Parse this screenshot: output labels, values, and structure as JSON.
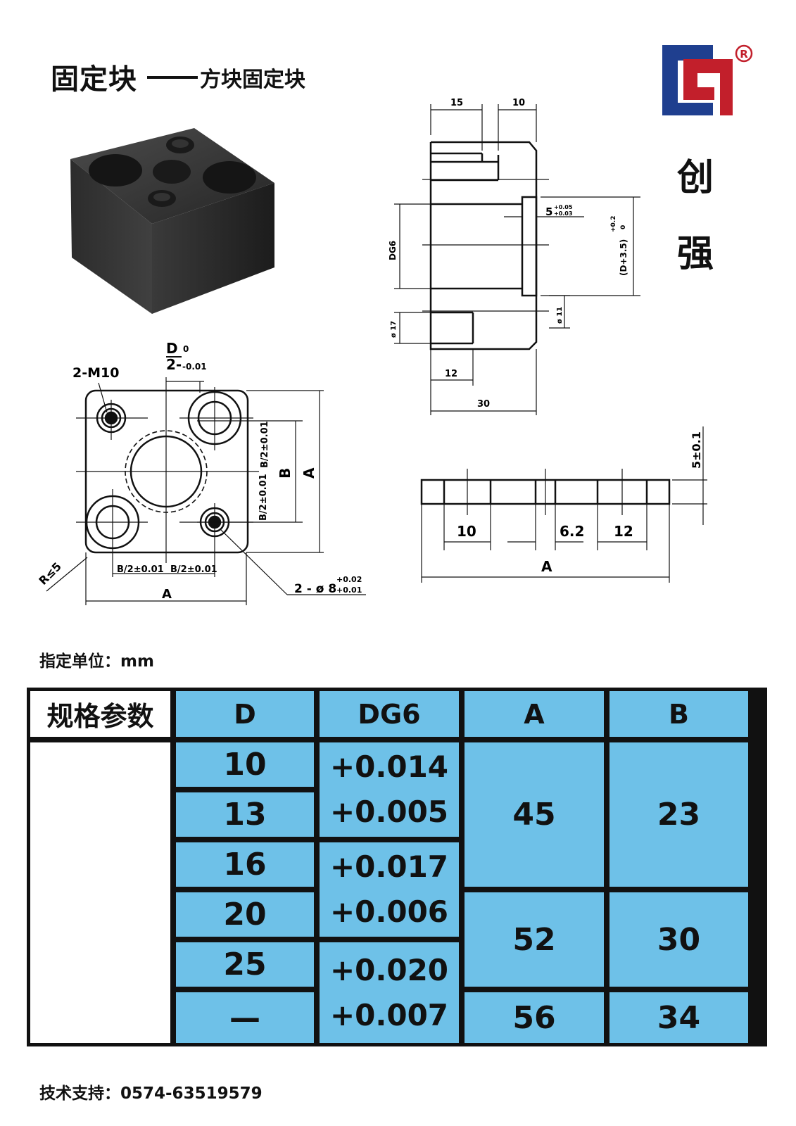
{
  "header": {
    "title": "固定块",
    "subtitle": "方块固定块"
  },
  "brand": {
    "logo_mark": "®",
    "name_char1": "创",
    "name_char2": "强",
    "logo_blue": "#1f3f8f",
    "logo_red": "#c21f2b"
  },
  "top_view_labels": {
    "d_over_2": "D",
    "d_upper": "0",
    "d_denominator": "2-",
    "d_lower": "-0.01",
    "m10": "2-M10",
    "b": "B",
    "a_right": "A",
    "b_half_upper": "B/2±0.01",
    "b_half_lower": "B/2±0.01",
    "b_half_bottom_left": "B/2±0.01",
    "b_half_bottom_right": "B/2±0.01",
    "a_bottom": "A",
    "radius": "R≤5",
    "pin": "2 - ø 8",
    "pin_tol_upper": "+0.02",
    "pin_tol_lower": "+0.01"
  },
  "side_view_labels": {
    "dim_15": "15",
    "dim_10": "10",
    "dim_5": "5",
    "dim_5_upper": "+0.05",
    "dim_5_lower": "+0.03",
    "dg6": "DG6",
    "d_plus": "(D+3.5)",
    "d_plus_upper": "+0.2",
    "d_plus_lower": "0",
    "dia_17": "ø 17",
    "dia_11": "ø 11",
    "dim_12": "12",
    "dim_30": "30"
  },
  "front_view_labels": {
    "dim_10": "10",
    "dim_6_2": "6.2",
    "dim_12": "12",
    "dim_a": "A",
    "dim_5": "5±0.1"
  },
  "unit_note": "指定单位：mm",
  "spec_table": {
    "label": "规格参数",
    "columns": [
      "D",
      "DG6",
      "A",
      "B"
    ],
    "d_values": [
      "10",
      "13",
      "16",
      "20",
      "25",
      "—"
    ],
    "dg6_tolerances": [
      [
        "+0.014",
        "+0.005"
      ],
      [
        "+0.017",
        "+0.006"
      ],
      [
        "+0.020",
        "+0.007"
      ]
    ],
    "a_values": [
      "45",
      "52",
      "56"
    ],
    "b_values": [
      "23",
      "30",
      "34"
    ],
    "cell_color": "#6ec1e8"
  },
  "support_note": "技术支持：0574-63519579"
}
